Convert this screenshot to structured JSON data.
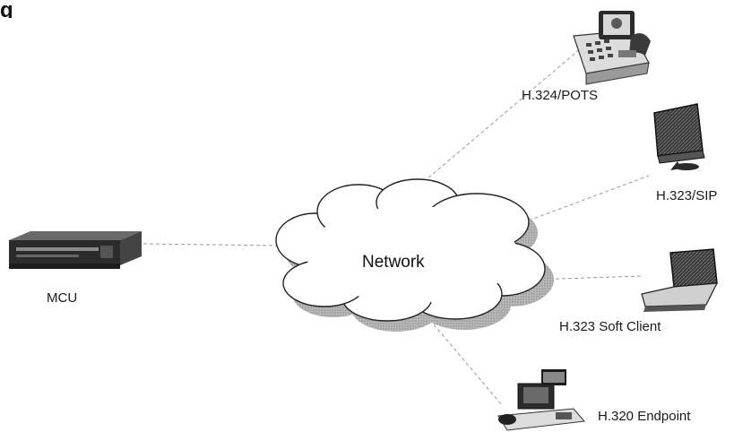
{
  "heading": {
    "fragment": "g"
  },
  "cloud": {
    "label": "Network"
  },
  "nodes": {
    "mcu": {
      "label": "MCU"
    },
    "pots": {
      "label": "H.324/POTS"
    },
    "sip": {
      "label": "H.323/SIP"
    },
    "soft_client": {
      "label": "H.323 Soft Client"
    },
    "endpoint": {
      "label": "H.320 Endpoint"
    }
  },
  "colors": {
    "line": "#9a9a9a",
    "cloud_fill": "#ffffff",
    "cloud_shadow": "#a8a8a8",
    "device_dark": "#2b2b2b"
  }
}
